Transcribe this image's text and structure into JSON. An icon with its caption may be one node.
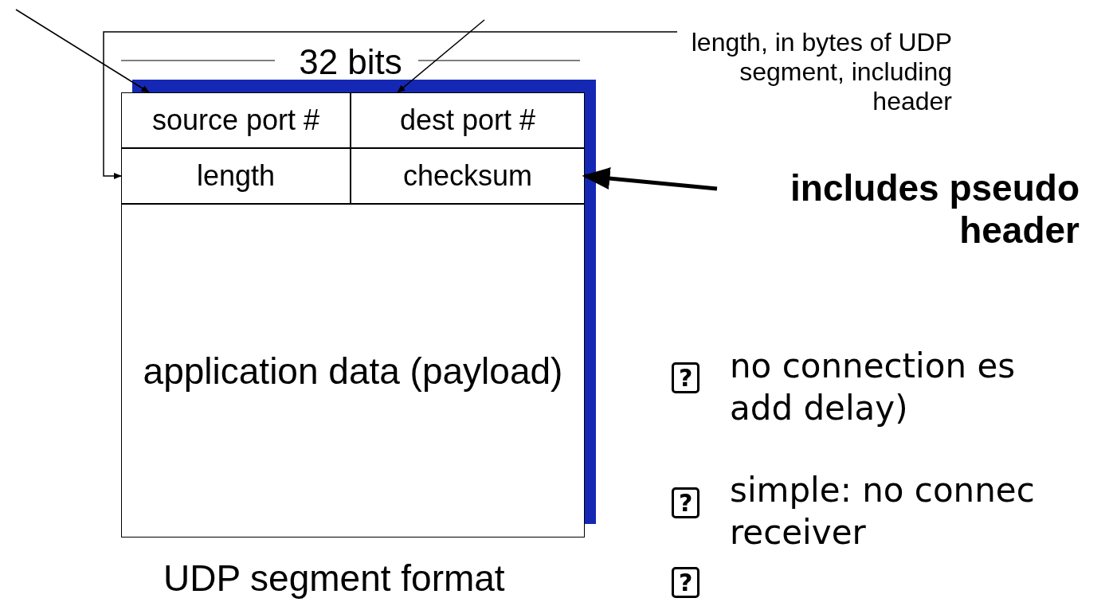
{
  "diagram": {
    "nodes": [
      {
        "text": [
          "source port #"
        ]
      },
      {
        "text": [
          "dest port #"
        ]
      },
      {
        "text": [
          "length"
        ]
      },
      {
        "text": [
          "checksum"
        ]
      },
      {
        "text": [
          "application data (payload)"
        ]
      },
      {
        "text": [
          "length, in bytes of UDP segment, including header"
        ]
      },
      {
        "text": [
          "includes pseudo header"
        ]
      }
    ],
    "edges": [
      {
        "from": null,
        "to": 0,
        "arrow": "to"
      },
      {
        "from": null,
        "to": 1,
        "arrow": "to"
      },
      {
        "from": 5,
        "to": 2,
        "arrow": "to"
      },
      {
        "from": 6,
        "to": 3,
        "arrow": "to",
        "style": "thick"
      }
    ],
    "labels": [
      "32 bits",
      "UDP segment format",
      "?",
      "no connection es add delay)",
      "?",
      "simple: no connec receiver",
      "?"
    ]
  }
}
